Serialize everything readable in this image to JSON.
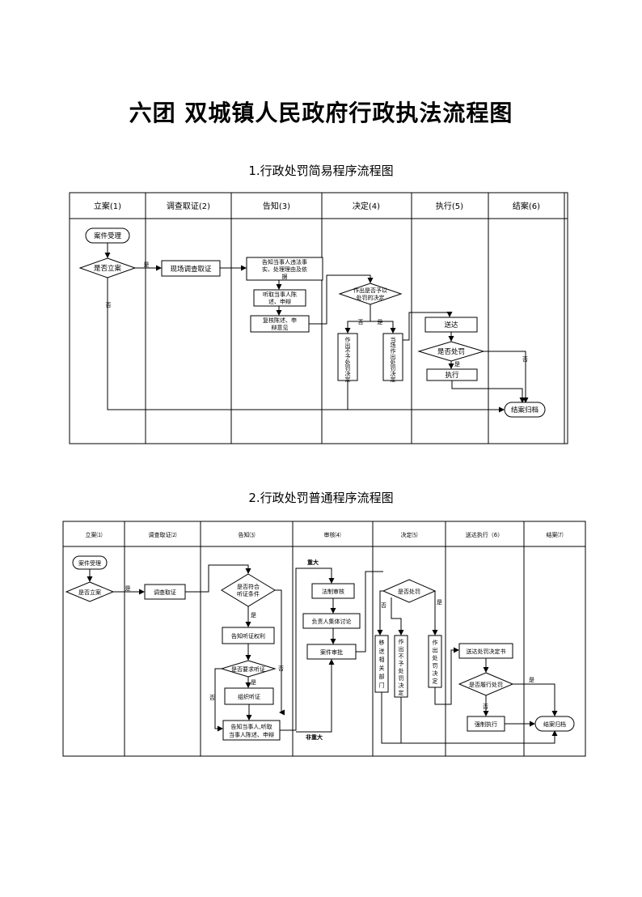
{
  "title": "六团  双城镇人民政府行政执法流程图",
  "flow1": {
    "title": "1.行政处罚简易程序流程图",
    "lanes": [
      "立案(1)",
      "调查取证(2)",
      "告知(3)",
      "决定(4)",
      "执行(5)",
      "结案(6)"
    ],
    "nodes": {
      "accept": "案件受理",
      "file_case": "是否立案",
      "yes1": "是",
      "no1": "否",
      "onsite": "现场调查取证",
      "notify": [
        "告知当事人违法事",
        "实、处理理由及依",
        "据"
      ],
      "hear": [
        "听取当事人陈",
        "述、申辩"
      ],
      "review": [
        "复核陈述、申",
        "辩意见"
      ],
      "decide": [
        "作出是否予以",
        "处罚的决定"
      ],
      "no2": "否",
      "yes2": "是",
      "no_penalty": [
        "作",
        "出",
        "不",
        "予",
        "处",
        "罚",
        "决",
        "定"
      ],
      "onsite_penalty": [
        "当",
        "场",
        "作",
        "出",
        "处",
        "罚",
        "决",
        "定"
      ],
      "deliver": "送达",
      "penalize": "是否处罚",
      "yes3": "是",
      "no3": "否",
      "execute": "执行",
      "archive": "结案归档"
    }
  },
  "flow2": {
    "title": "2.行政处罚普通程序流程图",
    "lanes": [
      "立案⑴",
      "调查取证⑵",
      "告知⑶",
      "审核⑷",
      "决定⑸",
      "送达执行（6）",
      "结案⑺"
    ],
    "nodes": {
      "accept": "案件受理",
      "file_case": "是否立案",
      "yes1": "是",
      "investigate": "调查取证",
      "hearing_cond": [
        "是否符合",
        "听证条件"
      ],
      "yes2": "是",
      "no2": "否",
      "notify_rights": "告知听证权利",
      "request_hearing": "是否要求听证",
      "yes3": "是",
      "no3": "否",
      "hold_hearing": "组织听证",
      "notify_party": [
        "告知当事人,听取",
        "当事人陈述、申辩"
      ],
      "major": "重大",
      "non_major": "非重大",
      "legal_review": "法制审核",
      "collective": "负责人集体讨论",
      "approve": "案件审批",
      "punish": "是否处罚",
      "no4": "否",
      "yes4": "是",
      "transfer": [
        "移",
        "送",
        "相",
        "关",
        "部",
        "门"
      ],
      "no_penalty": [
        "作",
        "出",
        "不",
        "予",
        "处",
        "罚",
        "决",
        "定"
      ],
      "penalty": [
        "作",
        "出",
        "处",
        "罚",
        "决",
        "定"
      ],
      "deliver": "送达处罚决定书",
      "perform": "是否履行处罚",
      "yes5": "是",
      "no5": "否",
      "enforce": "强制执行",
      "archive": "结案归档"
    }
  }
}
